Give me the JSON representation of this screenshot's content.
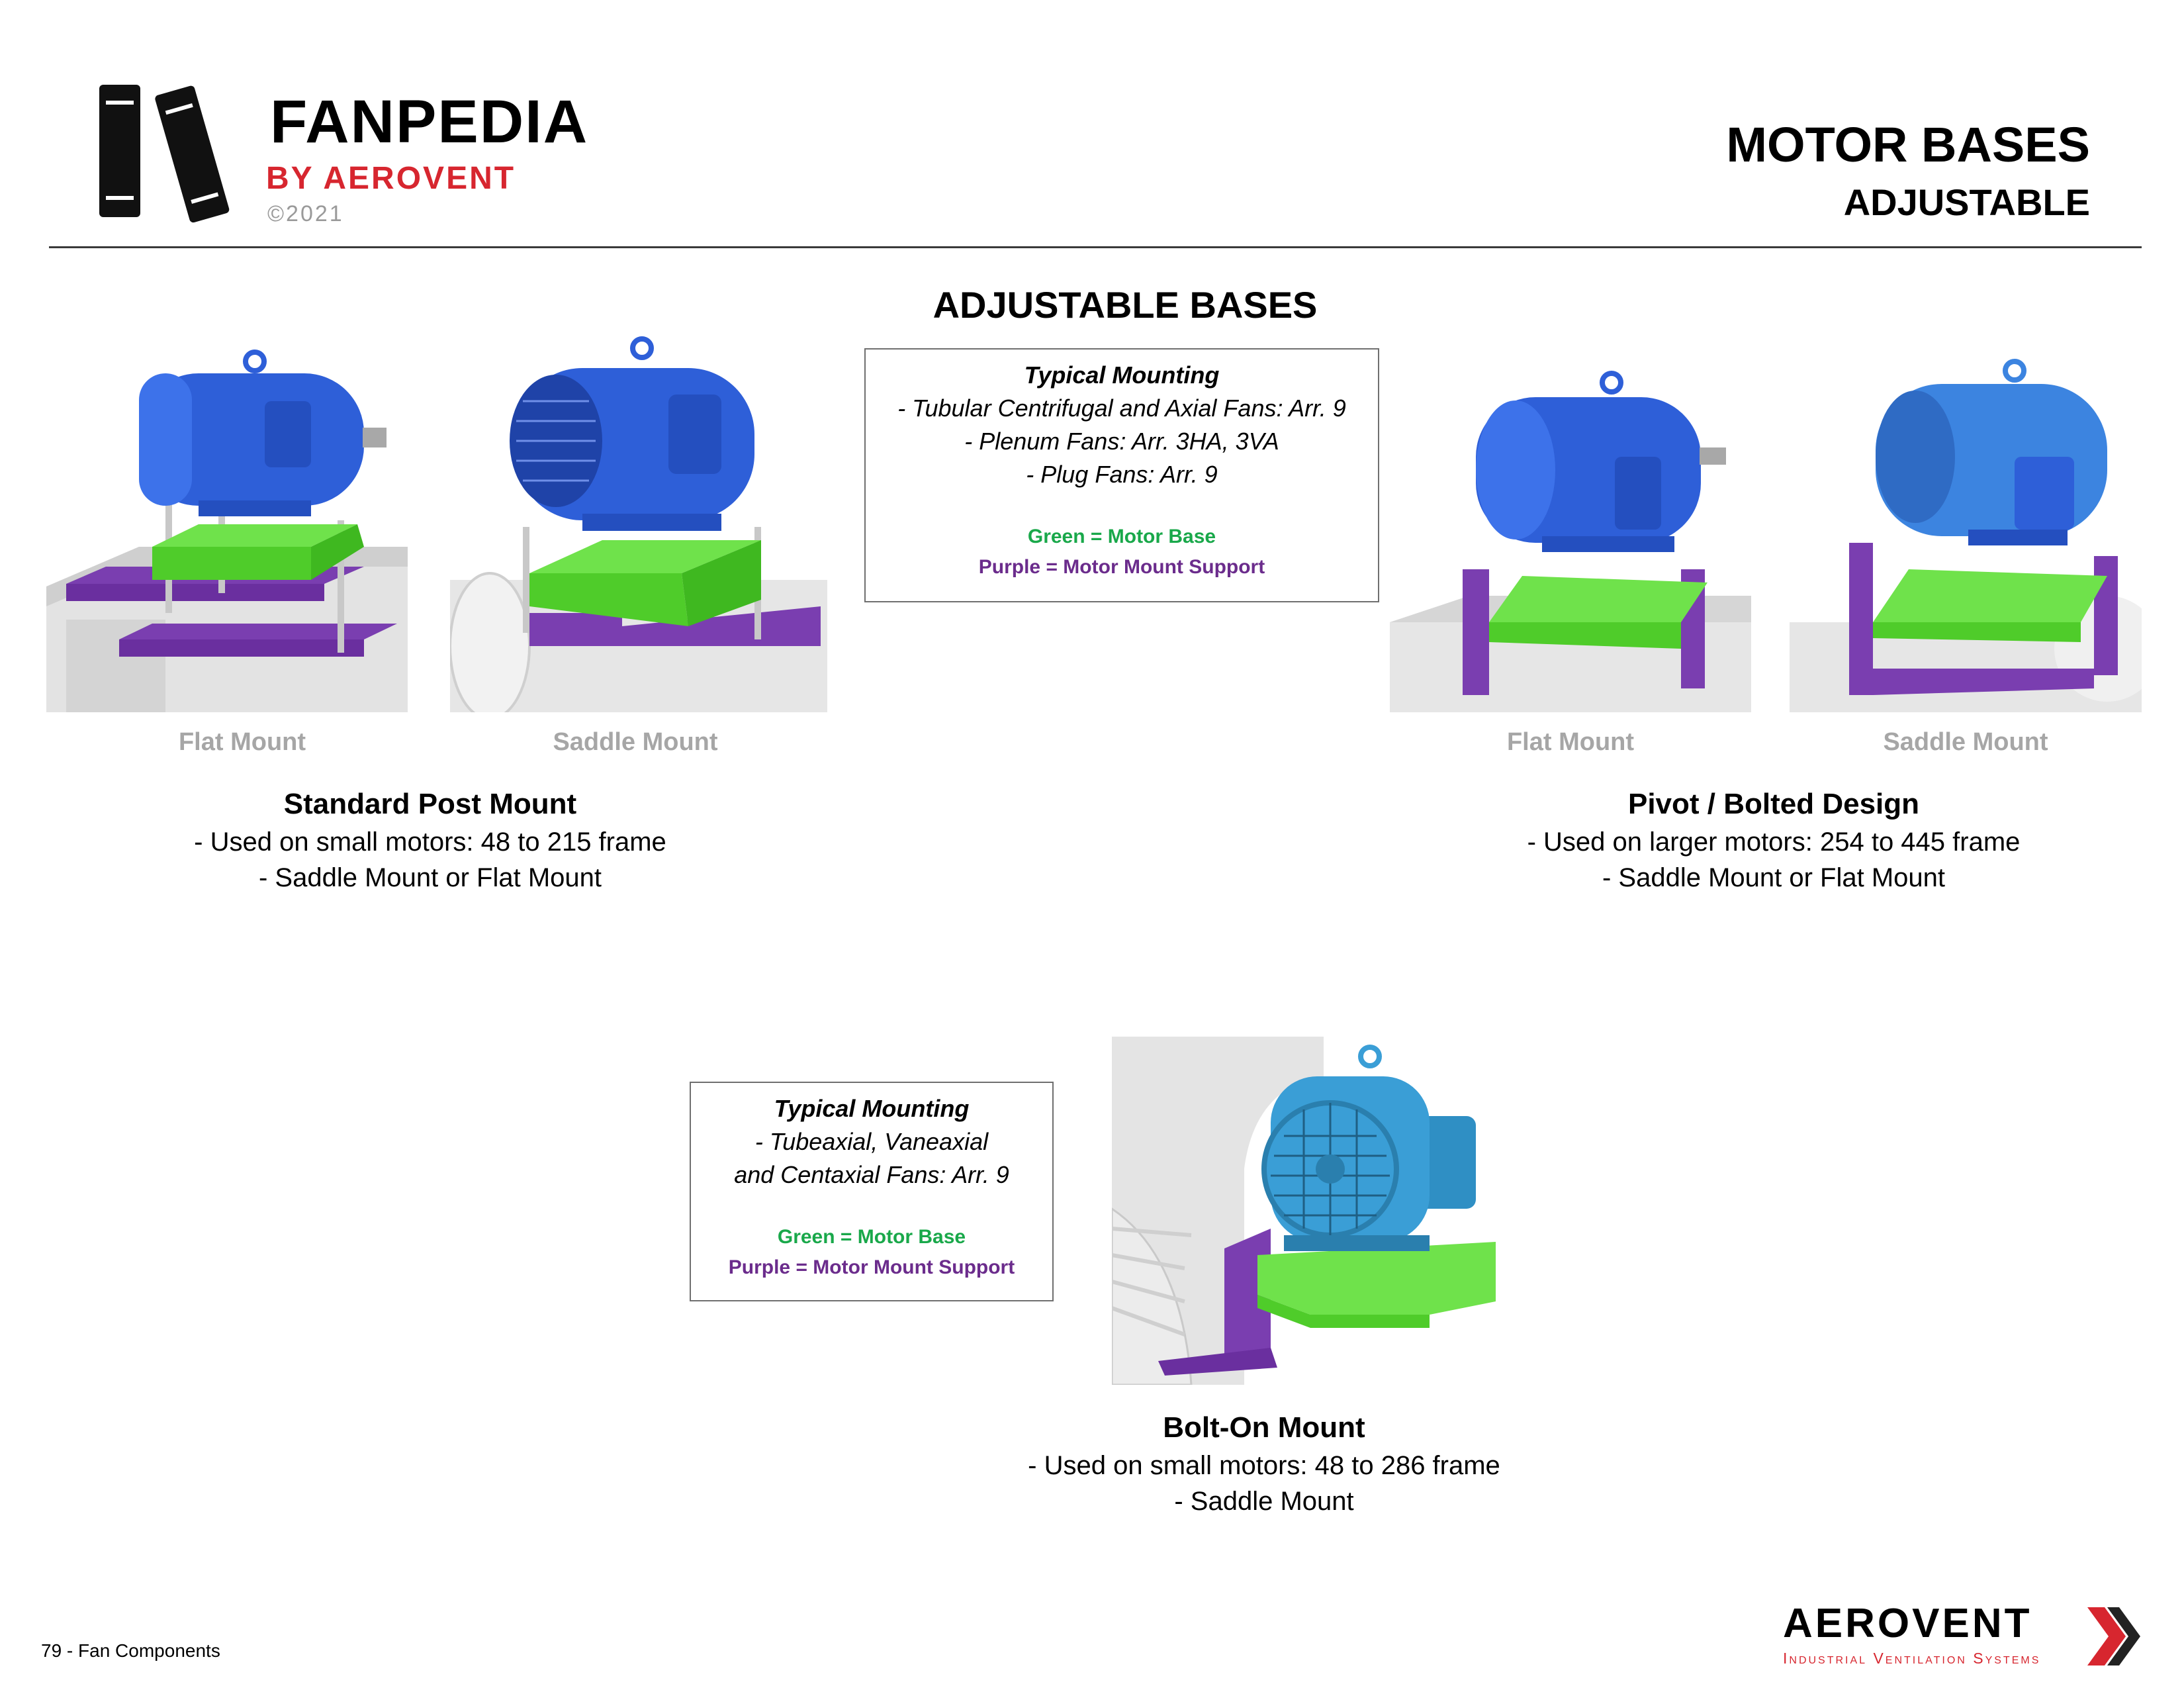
{
  "header": {
    "brand_name": "FANPEDIA",
    "brand_by": "BY AEROVENT",
    "brand_copyright": "©2021",
    "page_title": "MOTOR BASES",
    "page_subtitle": "ADJUSTABLE"
  },
  "section_heading": "ADJUSTABLE BASES",
  "info_box_1": {
    "title": "Typical Mounting",
    "lines": [
      "- Tubular Centrifugal and Axial Fans: Arr. 9",
      "- Plenum Fans: Arr. 3HA, 3VA",
      "- Plug Fans: Arr. 9"
    ],
    "legend_green": "Green = Motor Base",
    "legend_purple": "Purple = Motor Mount Support"
  },
  "info_box_2": {
    "title": "Typical Mounting",
    "lines": [
      "- Tubeaxial, Vaneaxial",
      "and Centaxial Fans: Arr. 9"
    ],
    "legend_green": "Green = Motor Base",
    "legend_purple": "Purple = Motor Mount Support"
  },
  "standard_post": {
    "flat_label": "Flat Mount",
    "saddle_label": "Saddle Mount",
    "title": "Standard Post Mount",
    "lines": [
      "- Used on small motors: 48 to 215 frame",
      "- Saddle Mount or Flat Mount"
    ]
  },
  "pivot_bolted": {
    "flat_label": "Flat Mount",
    "saddle_label": "Saddle Mount",
    "title": "Pivot / Bolted Design",
    "lines": [
      "- Used on larger motors: 254 to 445 frame",
      "- Saddle Mount or Flat Mount"
    ]
  },
  "bolt_on": {
    "title": "Bolt-On Mount",
    "lines": [
      "- Used on small motors: 48 to 286 frame",
      "- Saddle Mount"
    ]
  },
  "footer": {
    "page_text": "79 - Fan Components",
    "logo_name": "AEROVENT",
    "logo_tagline": "Industrial Ventilation Systems"
  },
  "colors": {
    "motor_base": "#5ee03a",
    "motor_support": "#7a3eb0",
    "motor_blue": "#2e5fd8",
    "motor_teal": "#3a8fc9",
    "brand_red": "#d7262f"
  }
}
